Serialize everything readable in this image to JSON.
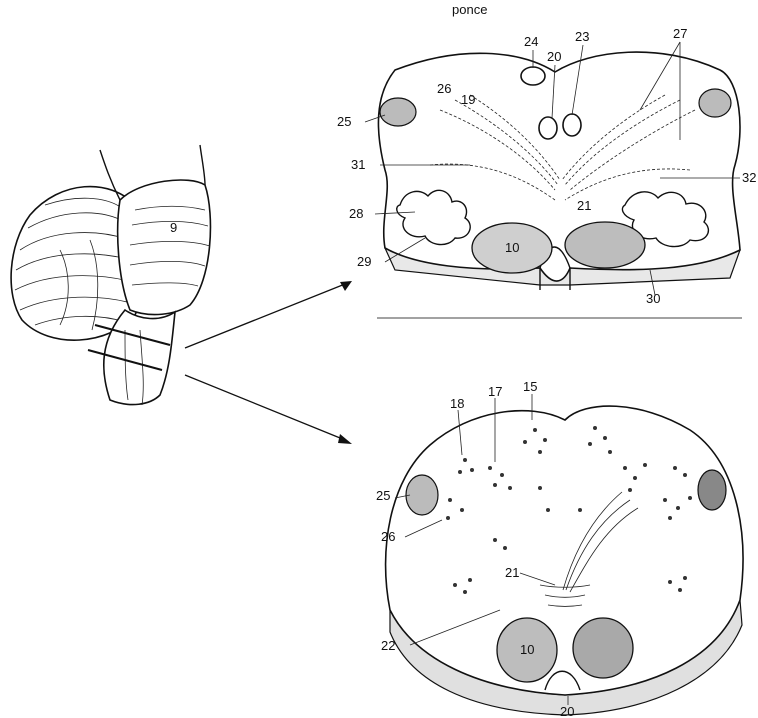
{
  "top_caption": "ponce",
  "upper_section_labels": [
    {
      "id": "u24",
      "text": "24"
    },
    {
      "id": "u20",
      "text": "20"
    },
    {
      "id": "u23",
      "text": "23"
    },
    {
      "id": "u27",
      "text": "27"
    },
    {
      "id": "u26",
      "text": "26"
    },
    {
      "id": "u19",
      "text": "19"
    },
    {
      "id": "u25",
      "text": "25"
    },
    {
      "id": "u31",
      "text": "31"
    },
    {
      "id": "u32",
      "text": "32"
    },
    {
      "id": "u21",
      "text": "21"
    },
    {
      "id": "u28",
      "text": "28"
    },
    {
      "id": "u10",
      "text": "10"
    },
    {
      "id": "u29",
      "text": "29"
    },
    {
      "id": "u30",
      "text": "30"
    }
  ],
  "lower_section_labels": [
    {
      "id": "l18",
      "text": "18"
    },
    {
      "id": "l17",
      "text": "17"
    },
    {
      "id": "l15",
      "text": "15"
    },
    {
      "id": "l25",
      "text": "25"
    },
    {
      "id": "l26",
      "text": "26"
    },
    {
      "id": "l21",
      "text": "21"
    },
    {
      "id": "l22",
      "text": "22"
    },
    {
      "id": "l10",
      "text": "10"
    },
    {
      "id": "l20",
      "text": "20"
    }
  ],
  "brainstem_label": "9"
}
